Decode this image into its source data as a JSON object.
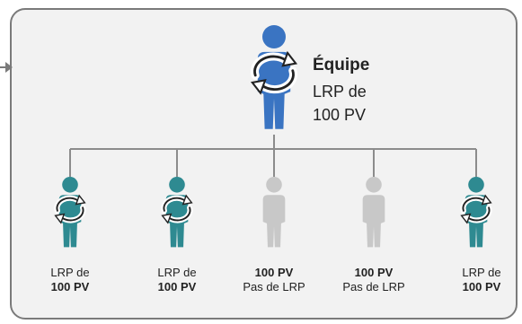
{
  "colors": {
    "frame_stroke": "#7a7a7a",
    "frame_fill": "#f2f2f2",
    "leader": "#3a74c2",
    "member_active": "#2e8a91",
    "member_inactive": "#c8c8c8",
    "connector": "#8c8c8c"
  },
  "leader": {
    "title": "Équipe",
    "line1": "LRP de",
    "line2": "100 PV",
    "icon": "person-with-cycle-arrows-icon"
  },
  "members": [
    {
      "line1": "LRP de",
      "line2": "100 PV",
      "active": true,
      "icon": "person-with-cycle-arrows-icon"
    },
    {
      "line1": "LRP de",
      "line2": "100 PV",
      "active": true,
      "icon": "person-with-cycle-arrows-icon"
    },
    {
      "line1": "100 PV",
      "line2": "Pas de LRP",
      "active": false,
      "icon": "person-icon"
    },
    {
      "line1": "100 PV",
      "line2": "Pas de LRP",
      "active": false,
      "icon": "person-icon"
    },
    {
      "line1": "LRP de",
      "line2": "100 PV",
      "active": true,
      "icon": "person-with-cycle-arrows-icon"
    }
  ]
}
